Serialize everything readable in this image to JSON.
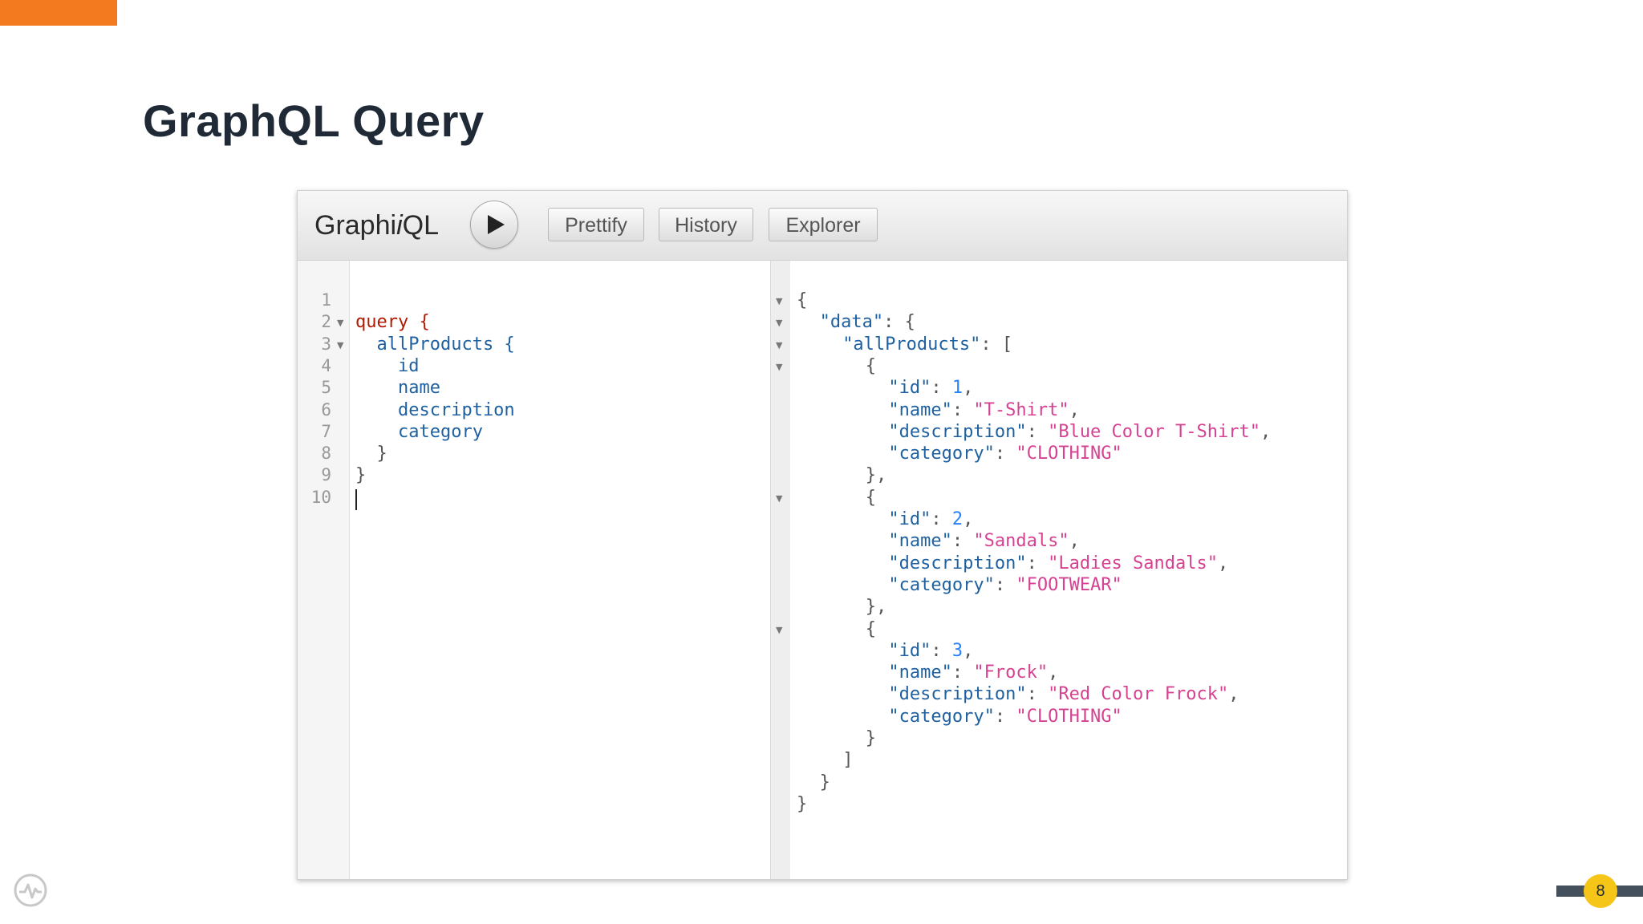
{
  "slide": {
    "title": "GraphQL Query",
    "page_number": "8"
  },
  "graphiql": {
    "logo_prefix": "Graphi",
    "logo_italic": "i",
    "logo_suffix": "QL",
    "buttons": {
      "prettify": "Prettify",
      "history": "History",
      "explorer": "Explorer"
    },
    "query_lines": [
      {
        "n": "1",
        "text": ""
      },
      {
        "n": "2",
        "text": "query {"
      },
      {
        "n": "3",
        "text": "  allProducts {"
      },
      {
        "n": "4",
        "text": "    id"
      },
      {
        "n": "5",
        "text": "    name"
      },
      {
        "n": "6",
        "text": "    description"
      },
      {
        "n": "7",
        "text": "    category"
      },
      {
        "n": "8",
        "text": "  }"
      },
      {
        "n": "9",
        "text": "}"
      },
      {
        "n": "10",
        "text": ""
      }
    ],
    "result": {
      "root_key": "\"data\"",
      "list_key": "\"allProducts\"",
      "products": [
        {
          "id": "1",
          "name": "\"T-Shirt\"",
          "description": "\"Blue Color T-Shirt\"",
          "category": "\"CLOTHING\""
        },
        {
          "id": "2",
          "name": "\"Sandals\"",
          "description": "\"Ladies Sandals\"",
          "category": "\"FOOTWEAR\""
        },
        {
          "id": "3",
          "name": "\"Frock\"",
          "description": "\"Red Color Frock\"",
          "category": "\"CLOTHING\""
        }
      ],
      "keys": {
        "id": "\"id\"",
        "name": "\"name\"",
        "description": "\"description\"",
        "category": "\"category\""
      }
    }
  },
  "colors": {
    "accent": "#f47a1f",
    "keyword": "#b11a04",
    "field": "#1f61a0",
    "string": "#d64292",
    "number": "#2882f9",
    "badge": "#f5c518"
  }
}
